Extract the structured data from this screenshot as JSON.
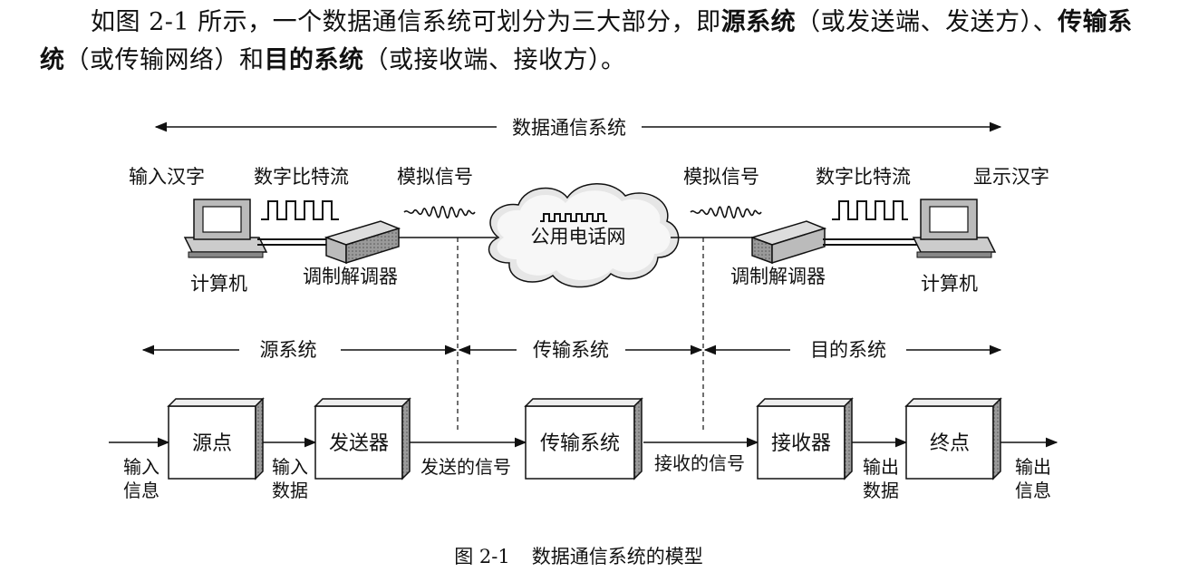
{
  "paragraph": {
    "p1": "如图 2-1 所示，一个数据通信系统可划分为三大部分，即",
    "b1": "源系统",
    "p2": "（或发送端、发送方）、",
    "b2": "传输系统",
    "p3": "（或传输网络）和",
    "b3": "目的系统",
    "p4": "（或接收端、接收方）。"
  },
  "figure": {
    "top_span_label": "数据通信系统",
    "left": {
      "input_label": "输入汉字",
      "bitstream_label": "数字比特流",
      "analog_label": "模拟信号",
      "computer_label": "计算机",
      "modem_label": "调制解调器"
    },
    "network_label": "公用电话网",
    "right": {
      "analog_label": "模拟信号",
      "bitstream_label": "数字比特流",
      "display_label": "显示汉字",
      "computer_label": "计算机",
      "modem_label": "调制解调器"
    },
    "sections": {
      "source": "源系统",
      "transmission": "传输系统",
      "destination": "目的系统"
    },
    "blocks": {
      "source": "源点",
      "transmitter": "发送器",
      "transmission": "传输系统",
      "receiver": "接收器",
      "destination": "终点"
    },
    "flow": {
      "input_info_1": "输入",
      "input_info_2": "信息",
      "input_data_1": "输入",
      "input_data_2": "数据",
      "sent_signal": "发送的信号",
      "received_signal": "接收的信号",
      "output_data_1": "输出",
      "output_data_2": "数据",
      "output_info_1": "输出",
      "output_info_2": "信息"
    }
  },
  "caption": {
    "number": "图 2-1",
    "title": "数据通信系统的模型"
  }
}
